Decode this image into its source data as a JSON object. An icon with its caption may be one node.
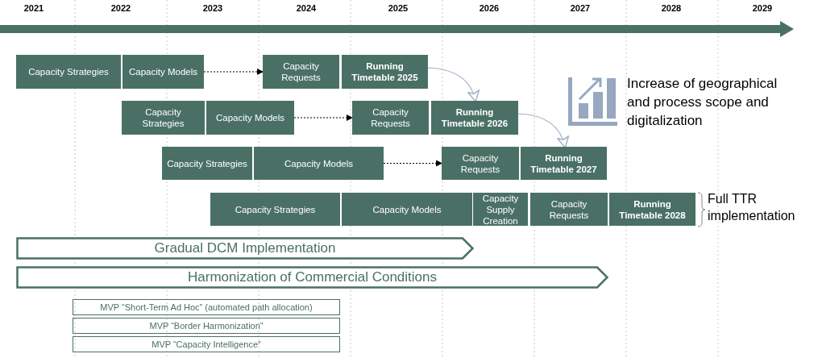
{
  "diagram": {
    "nodes": [
      {
        "text": [
          "Capacity Strategies"
        ]
      },
      {
        "text": [
          "Capacity Models"
        ]
      },
      {
        "text": [
          "Capacity Requests"
        ]
      },
      {
        "text": [
          "Running Timetable 2025"
        ]
      },
      {
        "text": [
          "Capacity Strategies"
        ]
      },
      {
        "text": [
          "Capacity Models"
        ]
      },
      {
        "text": [
          "Capacity Requests"
        ]
      },
      {
        "text": [
          "Running Timetable 2026"
        ]
      },
      {
        "text": [
          "Capacity Strategies"
        ]
      },
      {
        "text": [
          "Capacity Models"
        ]
      },
      {
        "text": [
          "Capacity Requests"
        ]
      },
      {
        "text": [
          "Running Timetable 2027"
        ]
      },
      {
        "text": [
          "Capacity Strategies"
        ]
      },
      {
        "text": [
          "Capacity Models"
        ]
      },
      {
        "text": [
          "Capacity Supply Creation"
        ]
      },
      {
        "text": [
          "Capacity Requests"
        ]
      },
      {
        "text": [
          "Running Timetable 2028"
        ]
      },
      {
        "text": [
          "Gradual DCM Implementation"
        ]
      },
      {
        "text": [
          "Harmonization of Commercial Conditions"
        ]
      },
      {
        "text": [
          "MVP “Short-Term Ad Hoc” (automated path allocation)"
        ]
      },
      {
        "text": [
          "MVP “Border Harmonization”"
        ]
      },
      {
        "text": [
          "MVP “Capacity Intelligence”"
        ]
      }
    ],
    "edges": [
      {
        "from": 1,
        "to": 2,
        "arrow": "to",
        "style": "dashed"
      },
      {
        "from": 5,
        "to": 6,
        "arrow": "to",
        "style": "dashed"
      },
      {
        "from": 9,
        "to": 10,
        "arrow": "to",
        "style": "dashed"
      },
      {
        "from": 3,
        "to": 7,
        "arrow": "to",
        "color": "#a3b1c6"
      },
      {
        "from": 7,
        "to": 11,
        "arrow": "to",
        "color": "#a3b1c6"
      }
    ],
    "labels": [
      "2021",
      "2022",
      "2023",
      "2024",
      "2025",
      "2026",
      "2027",
      "2028",
      "2029",
      "Increase of geographical and process scope and digitalization",
      "Full TTR implementation"
    ]
  }
}
